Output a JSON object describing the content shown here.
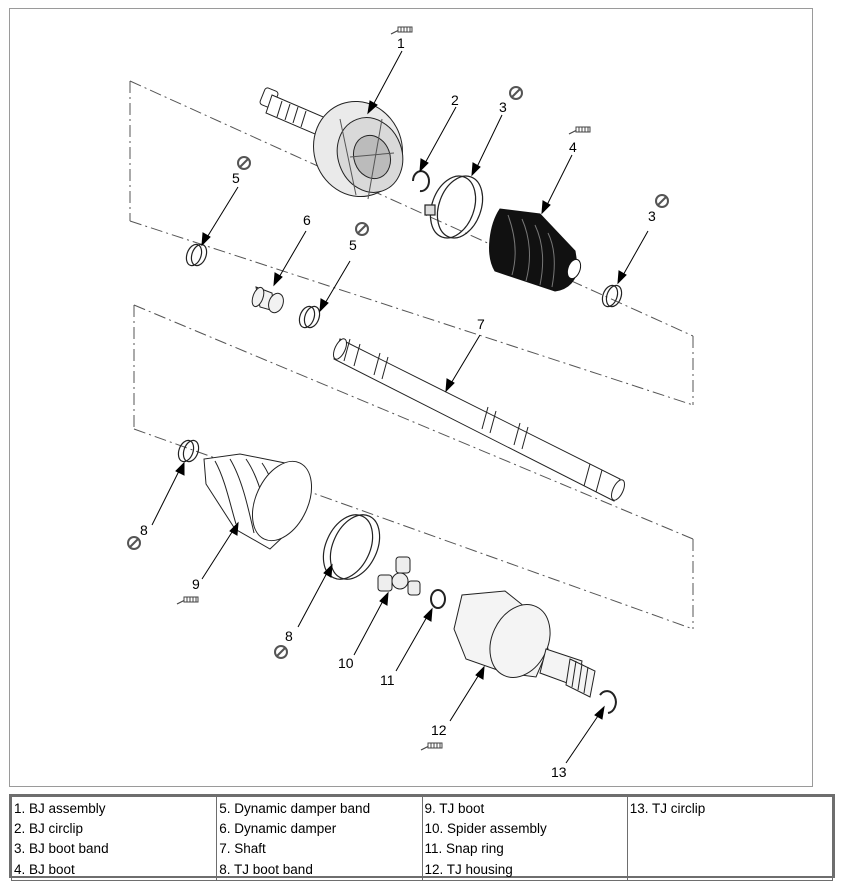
{
  "callouts": {
    "c1": "1",
    "c2": "2",
    "c3a": "3",
    "c3b": "3",
    "c4": "4",
    "c5a": "5",
    "c5b": "5",
    "c6": "6",
    "c7": "7",
    "c8a": "8",
    "c8b": "8",
    "c9": "9",
    "c10": "10",
    "c11": "11",
    "c12": "12",
    "c13": "13"
  },
  "legend": {
    "col1": [
      "1. BJ assembly",
      "2. BJ circlip",
      "3. BJ boot band",
      "4. BJ boot"
    ],
    "col2": [
      "5. Dynamic damper band",
      "6. Dynamic damper",
      "7. Shaft",
      "8. TJ boot band"
    ],
    "col3": [
      "9. TJ boot",
      "10. Spider assembly",
      "11. Snap ring",
      "12. TJ housing"
    ],
    "col4": [
      "13. TJ circlip"
    ]
  },
  "icons": [
    "grease-icon",
    "do-not-reuse-icon"
  ]
}
